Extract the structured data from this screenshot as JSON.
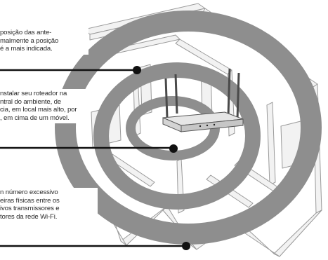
{
  "callouts": [
    {
      "id": "antenna-position",
      "text": "posição das ante-\nmalmente a posição\né a mais indicada."
    },
    {
      "id": "router-placement",
      "text": "nstalar seu roteador na\nntral do ambiente, de\ncia, em local mais alto, por\n, em cima de um móvel."
    },
    {
      "id": "physical-barriers",
      "text": "n número excessivo\neiras físicas entre os\nivos transmissores e\ntores da rede Wi-Fi."
    }
  ],
  "colors": {
    "signal_ring": "#8e8e8e",
    "wall_fill": "#f2f2f2",
    "wall_stroke": "#9a9a9a",
    "pointer": "#111111",
    "text": "#2a2a2a"
  },
  "icons": [
    "router-icon",
    "signal-rings",
    "house-floorplan"
  ]
}
